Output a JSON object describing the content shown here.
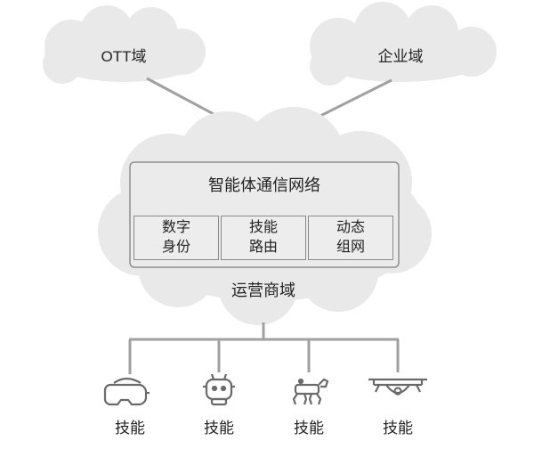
{
  "top_domains": {
    "left": "OTT域",
    "right": "企业域"
  },
  "network": {
    "title": "智能体通信网络",
    "modules": [
      {
        "line1": "数字",
        "line2": "身份"
      },
      {
        "line1": "技能",
        "line2": "路由"
      },
      {
        "line1": "动态",
        "line2": "组网"
      }
    ]
  },
  "operator_domain": "运营商域",
  "skills": [
    {
      "label": "技能",
      "icon": "vr-headset-icon"
    },
    {
      "label": "技能",
      "icon": "robot-icon"
    },
    {
      "label": "技能",
      "icon": "robot-dog-icon"
    },
    {
      "label": "技能",
      "icon": "drone-icon"
    }
  ],
  "colors": {
    "cloud_fill": "#e9e9e9",
    "line": "#a0a0a0",
    "box_border": "#8a8a8a"
  }
}
